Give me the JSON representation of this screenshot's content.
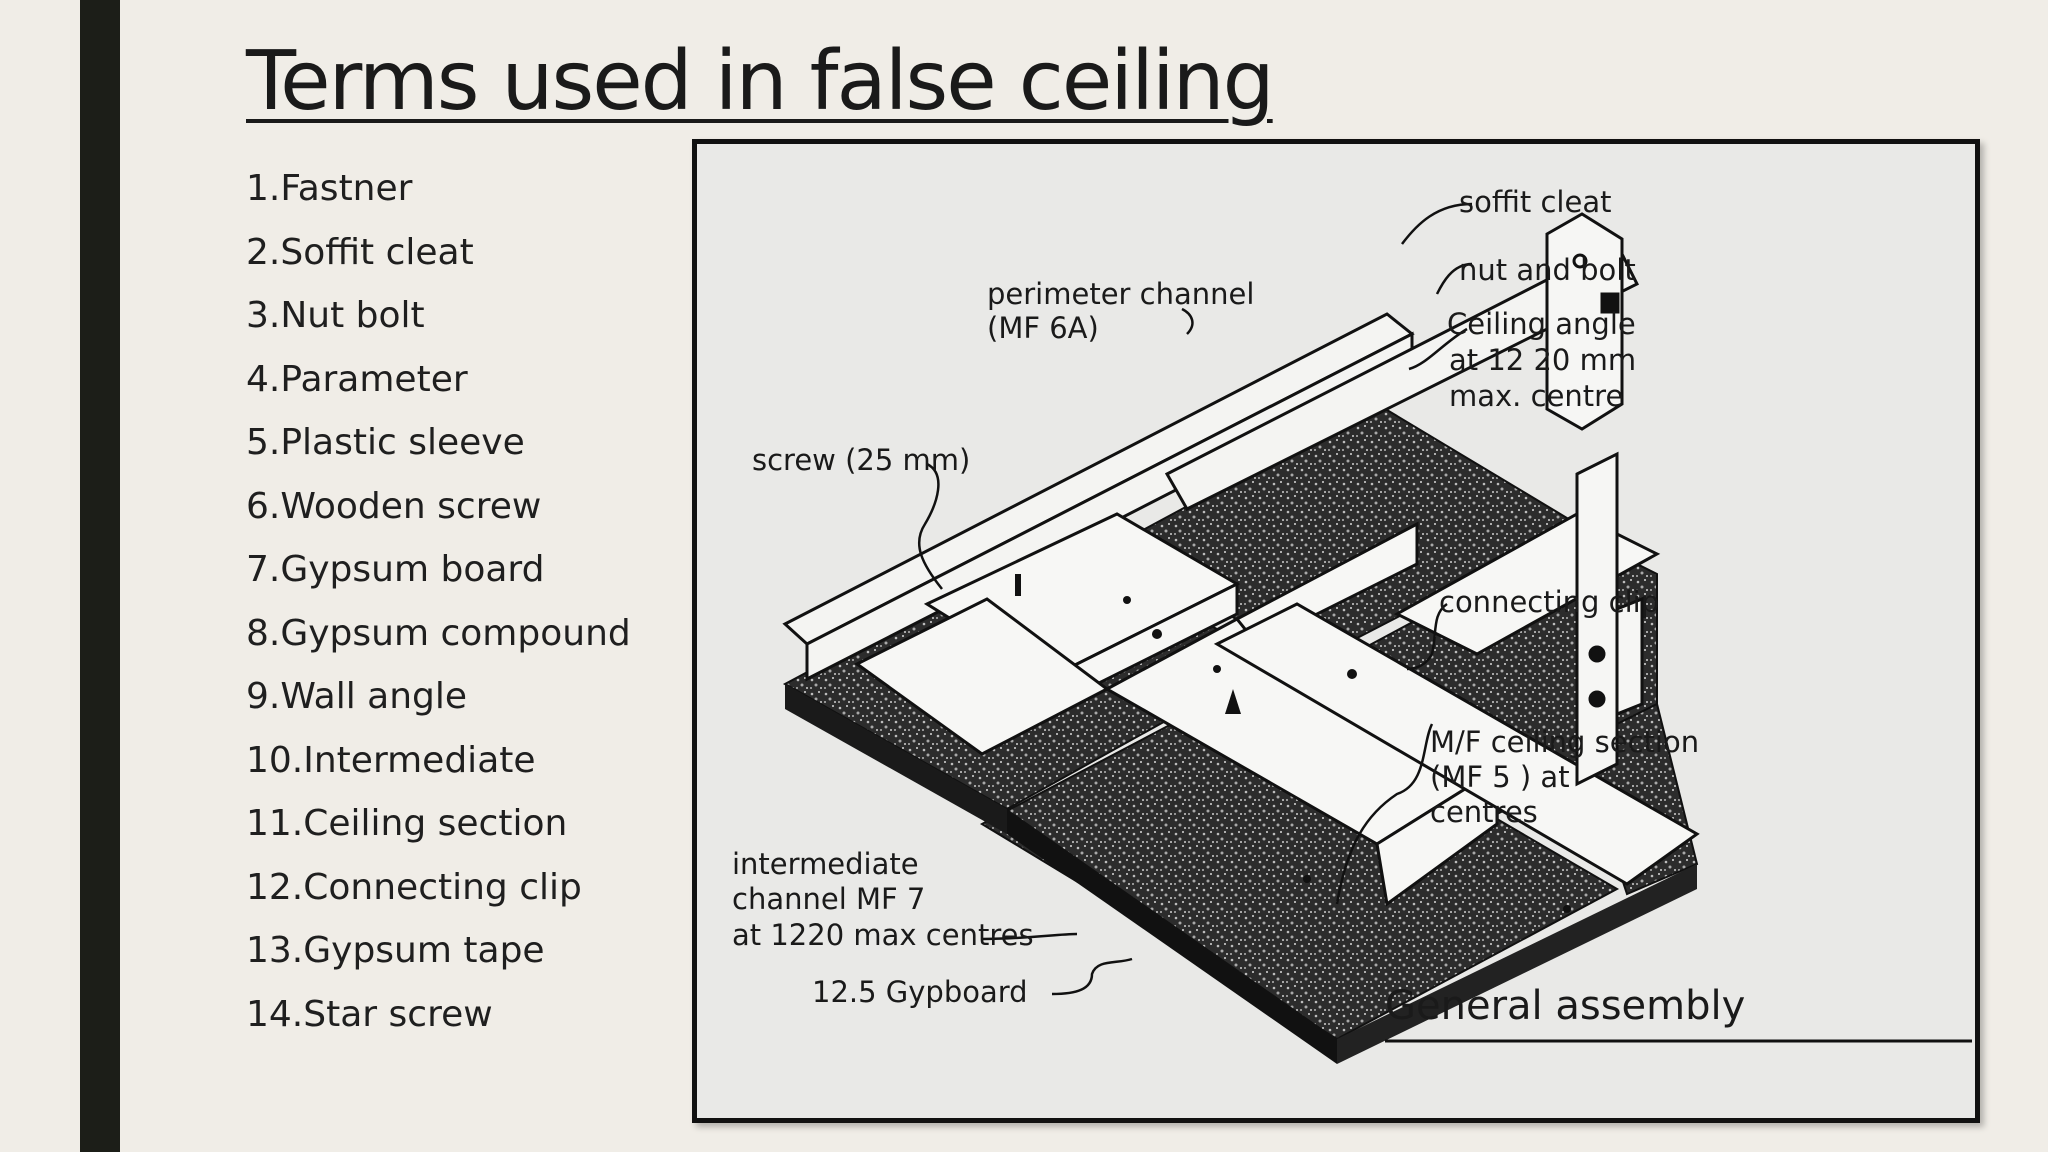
{
  "slide": {
    "title": "Terms used in false ceiling"
  },
  "terms": [
    "1.Fastner",
    "2.Soffit cleat",
    "3.Nut bolt",
    "4.Parameter",
    "5.Plastic sleeve",
    "6.Wooden screw",
    "7.Gypsum board",
    "8.Gypsum compound",
    "9.Wall angle",
    "10.Intermediate",
    "11.Ceiling section",
    "12.Connecting clip",
    "13.Gypsum tape",
    "14.Star screw"
  ],
  "diagram": {
    "labels": {
      "soffit_cleat": "soffit cleat",
      "nut_and_bolt": "nut and bolt",
      "ceiling_angle_1": "Ceiling angle",
      "ceiling_angle_2": "at 12 20 mm",
      "ceiling_angle_3": "max. centre",
      "perimeter_1": "perimeter channel",
      "perimeter_2": "(MF 6A)",
      "screw": "screw (25 mm)",
      "connecting_clip": "connecting clip",
      "mf_1": "M/F ceiling section",
      "mf_2": "(MF 5 ) at",
      "mf_3": "centres",
      "intermediate_1": "intermediate",
      "intermediate_2": "channel MF 7",
      "intermediate_3": "at 1220 max centres",
      "gypboard": "12.5 Gypboard",
      "caption": "General assembly"
    }
  }
}
